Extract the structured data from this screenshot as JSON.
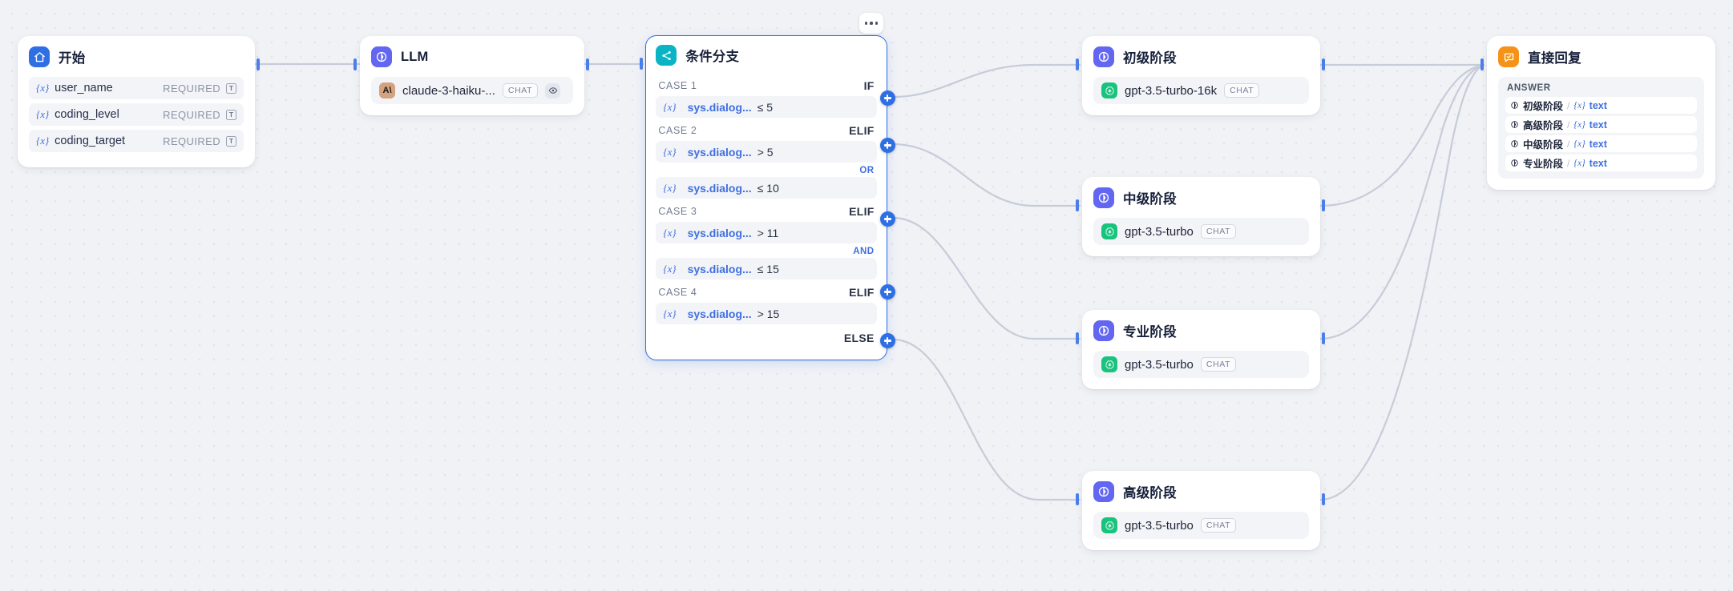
{
  "canvas": {
    "background": "#f1f2f6",
    "dot_color": "#e3e5ec",
    "edge_color": "#c6ccd8"
  },
  "nodes": {
    "start": {
      "title": "开始",
      "icon": "home-icon",
      "icon_color": "#2f6fe4",
      "variables": [
        {
          "name": "user_name",
          "required_label": "REQUIRED",
          "type_glyph": "T"
        },
        {
          "name": "coding_level",
          "required_label": "REQUIRED",
          "type_glyph": "T"
        },
        {
          "name": "coding_target",
          "required_label": "REQUIRED",
          "type_glyph": "T"
        }
      ]
    },
    "llm": {
      "title": "LLM",
      "icon": "llm-icon",
      "icon_color": "#6366f1",
      "model": "claude-3-haiku-...",
      "provider": "anthropic",
      "provider_glyph": "A\\",
      "badge": "CHAT",
      "eye_icon": "eye-icon"
    },
    "condition": {
      "title": "条件分支",
      "icon": "branch-icon",
      "icon_color": "#0bb4c4",
      "selected": true,
      "menu_icon": "more-dots-icon",
      "cases": [
        {
          "label": "CASE 1",
          "operator": "IF",
          "conditions": [
            {
              "variable": "sys.dialog...",
              "expression": "≤ 5"
            }
          ],
          "logic": ""
        },
        {
          "label": "CASE 2",
          "operator": "ELIF",
          "conditions": [
            {
              "variable": "sys.dialog...",
              "expression": "> 5"
            },
            {
              "variable": "sys.dialog...",
              "expression": "≤ 10"
            }
          ],
          "logic": "OR"
        },
        {
          "label": "CASE 3",
          "operator": "ELIF",
          "conditions": [
            {
              "variable": "sys.dialog...",
              "expression": "> 11"
            },
            {
              "variable": "sys.dialog...",
              "expression": "≤ 15"
            }
          ],
          "logic": "AND"
        },
        {
          "label": "CASE 4",
          "operator": "ELIF",
          "conditions": [
            {
              "variable": "sys.dialog...",
              "expression": "> 15"
            }
          ],
          "logic": ""
        }
      ],
      "else_label": "ELSE"
    },
    "stage_beginner": {
      "title": "初级阶段",
      "icon": "llm-icon",
      "icon_color": "#6366f1",
      "model": "gpt-3.5-turbo-16k",
      "provider": "openai",
      "badge": "CHAT"
    },
    "stage_intermediate": {
      "title": "中级阶段",
      "icon": "llm-icon",
      "icon_color": "#6366f1",
      "model": "gpt-3.5-turbo",
      "provider": "openai",
      "badge": "CHAT"
    },
    "stage_professional": {
      "title": "专业阶段",
      "icon": "llm-icon",
      "icon_color": "#6366f1",
      "model": "gpt-3.5-turbo",
      "provider": "openai",
      "badge": "CHAT"
    },
    "stage_advanced": {
      "title": "高级阶段",
      "icon": "llm-icon",
      "icon_color": "#6366f1",
      "model": "gpt-3.5-turbo",
      "provider": "openai",
      "badge": "CHAT"
    },
    "answer": {
      "title": "直接回复",
      "icon": "answer-icon",
      "icon_color": "#f59218",
      "section_label": "ANSWER",
      "rows": [
        {
          "node": "初级阶段",
          "separator": "/",
          "var_prefix": "{x}",
          "var": "text"
        },
        {
          "node": "高级阶段",
          "separator": "/",
          "var_prefix": "{x}",
          "var": "text"
        },
        {
          "node": "中级阶段",
          "separator": "/",
          "var_prefix": "{x}",
          "var": "text"
        },
        {
          "node": "专业阶段",
          "separator": "/",
          "var_prefix": "{x}",
          "var": "text"
        }
      ]
    }
  }
}
